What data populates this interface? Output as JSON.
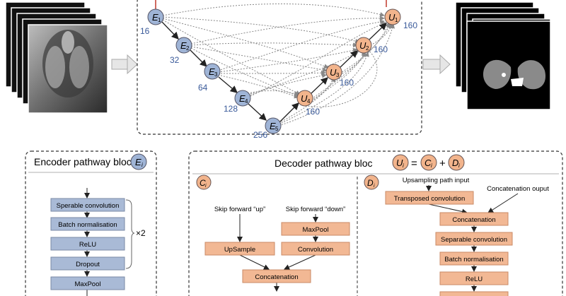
{
  "network": {
    "encoder_nodes": [
      {
        "id": "e1",
        "sym": "E",
        "sub": "1",
        "size": "16"
      },
      {
        "id": "e2",
        "sym": "E",
        "sub": "2",
        "size": "32"
      },
      {
        "id": "e3",
        "sym": "E",
        "sub": "3",
        "size": "64"
      },
      {
        "id": "e4",
        "sym": "E",
        "sub": "4",
        "size": "128"
      },
      {
        "id": "e5",
        "sym": "E",
        "sub": "5",
        "size": "256"
      }
    ],
    "decoder_nodes": [
      {
        "id": "u4",
        "sym": "U",
        "sub": "4",
        "size": "160"
      },
      {
        "id": "u3",
        "sym": "U",
        "sub": "3",
        "size": "160"
      },
      {
        "id": "u2",
        "sym": "U",
        "sub": "2",
        "size": "160"
      },
      {
        "id": "u1",
        "sym": "U",
        "sub": "1",
        "size": "160"
      }
    ]
  },
  "encoder_bloc": {
    "title": "Encoder pathway bloc",
    "symbol": "E",
    "subscript": "i",
    "layers": [
      "Sperable convolution",
      "Batch normalisation",
      "ReLU",
      "Dropout",
      "MaxPool"
    ],
    "repeat": "×2"
  },
  "decoder_bloc": {
    "title": "Decoder pathway bloc",
    "eq_u": "U",
    "eq_c": "C",
    "eq_d": "D",
    "eq_sub": "i",
    "eq_equals": "=",
    "eq_plus": "+",
    "c_panel": {
      "symbol": "C",
      "subscript": "i",
      "skip_up": "Skip forward “up”",
      "skip_down": "Skip forward “down”",
      "maxpool": "MaxPool",
      "upsample": "UpSample",
      "convolution": "Convolution",
      "concatenation": "Concatenation"
    },
    "d_panel": {
      "symbol": "D",
      "subscript": "i",
      "up_input": "Upsampling path input",
      "concat_output": "Concatenation ouput",
      "layers": [
        "Transposed convolution",
        "Concatenation",
        "Separable convolution",
        "Batch normalisation",
        "ReLU"
      ]
    }
  },
  "colors": {
    "encoder_node": "#9fb4d6",
    "decoder_node": "#f2b48c",
    "encoder_box": "#a9bad6",
    "decoder_box": "#f2b894",
    "label_blue": "#3a5a9a",
    "input_arrow": "#c0392b"
  }
}
